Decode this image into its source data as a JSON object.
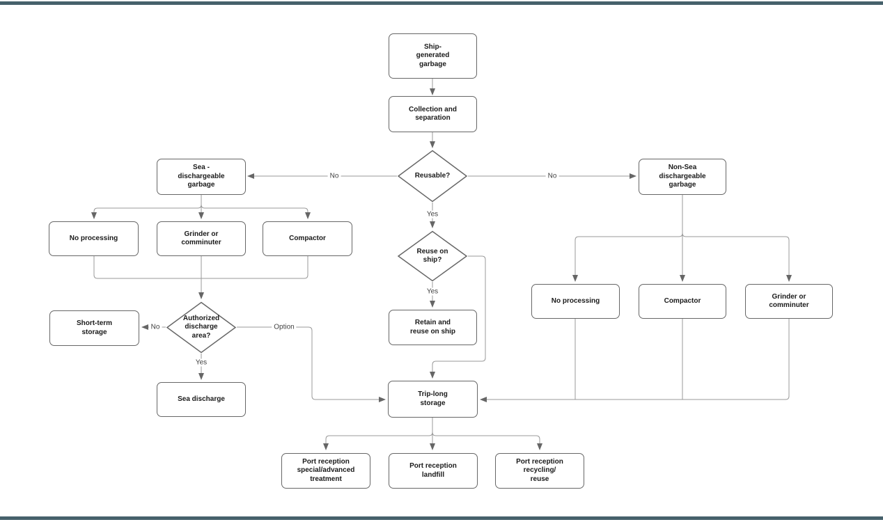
{
  "title": "Ship-generated garbage handling flowchart",
  "colors": {
    "bar": "#46616b",
    "line": "#999999",
    "arrow": "#666666",
    "node_border": "#666666",
    "node_fill": "#ffffff",
    "node_text": "#1a1a1a",
    "edge_label_text": "#404040",
    "background": "#ffffff"
  },
  "nodes": {
    "ship_generated": {
      "label": "Ship-\ngenerated\ngarbage"
    },
    "collection": {
      "label": "Collection and\nseparation"
    },
    "reusable": {
      "label": "Reusable?"
    },
    "sea_dischargeable": {
      "label": "Sea -\ndischargeable\ngarbage"
    },
    "non_sea": {
      "label": "Non-Sea\ndischargeable\ngarbage"
    },
    "no_processing_left": {
      "label": "No processing"
    },
    "grinder_left": {
      "label": "Grinder or\ncomminuter"
    },
    "compactor_left": {
      "label": "Compactor"
    },
    "authorized": {
      "label": "Authorized\ndischarge\narea?"
    },
    "short_term": {
      "label": "Short-term\nstorage"
    },
    "sea_discharge": {
      "label": "Sea discharge"
    },
    "reuse_on_ship": {
      "label": "Reuse on\nship?"
    },
    "retain": {
      "label": "Retain and\nreuse on ship"
    },
    "no_processing_right": {
      "label": "No processing"
    },
    "compactor_right": {
      "label": "Compactor"
    },
    "grinder_right": {
      "label": "Grinder or\ncomminuter"
    },
    "trip_long": {
      "label": "Trip-long\nstorage"
    },
    "port_special": {
      "label": "Port reception\nspecial/advanced\ntreatment"
    },
    "port_landfill": {
      "label": "Port reception\nlandfill"
    },
    "port_recycling": {
      "label": "Port reception\nrecycling/\nreuse"
    }
  },
  "edge_labels": {
    "reusable_no_left": "No",
    "reusable_no_right": "No",
    "reusable_yes": "Yes",
    "reuse_yes": "Yes",
    "authorized_no": "No",
    "authorized_option": "Option",
    "authorized_yes": "Yes"
  }
}
